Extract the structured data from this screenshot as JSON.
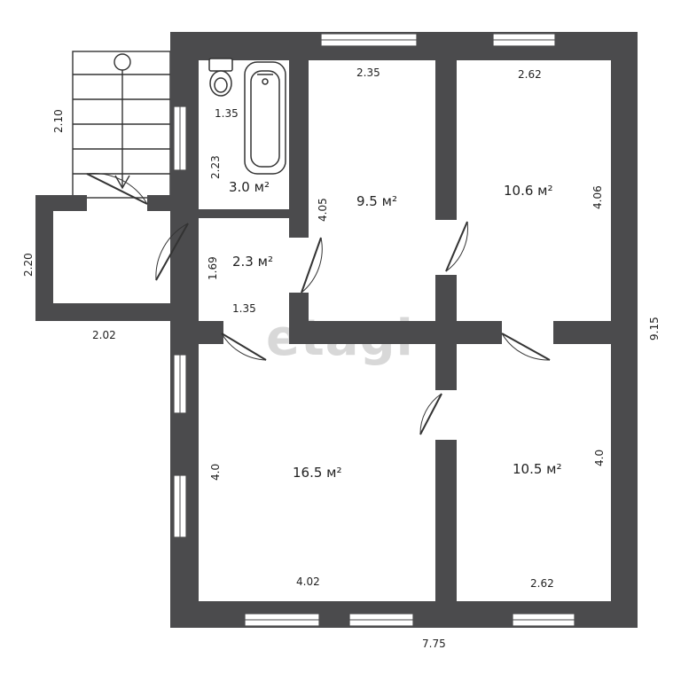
{
  "watermark": "etagi",
  "rooms": {
    "bathroom": {
      "area": "3.0 м²",
      "width": "1.35",
      "length": "2.23"
    },
    "hall": {
      "area": "2.3 м²",
      "width": "1.35",
      "length": "1.69"
    },
    "room_top_middle": {
      "area": "9.5 м²",
      "width": "2.35",
      "length": "4.05"
    },
    "room_top_right": {
      "area": "10.6 м²",
      "width": "2.62",
      "length": "4.06"
    },
    "room_bottom_left": {
      "area": "16.5 м²",
      "width": "4.02",
      "length": "4.0"
    },
    "room_bottom_right": {
      "area": "10.5 м²",
      "width": "2.62",
      "length": "4.0"
    },
    "porch": {
      "width": "2.02",
      "length": "2.20"
    },
    "stairs": {
      "length": "2.10"
    }
  },
  "overall": {
    "width": "7.75",
    "length": "9.15"
  },
  "colors": {
    "wall": "#4b4b4d",
    "background": "#ffffff",
    "text": "#222222"
  }
}
